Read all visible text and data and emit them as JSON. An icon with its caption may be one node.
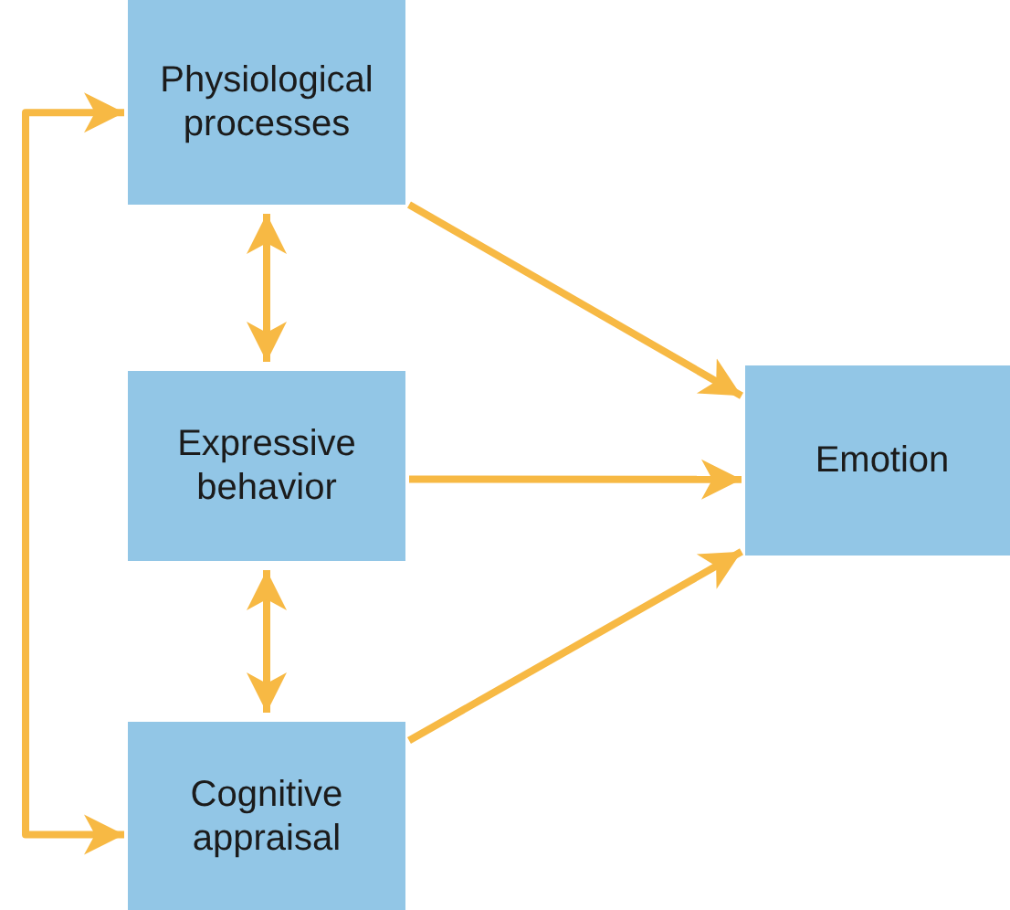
{
  "diagram": {
    "nodes": [
      {
        "text": [
          "Physiological processes"
        ]
      },
      {
        "text": [
          "Expressive behavior"
        ]
      },
      {
        "text": [
          "Cognitive appraisal"
        ]
      },
      {
        "text": [
          "Emotion"
        ]
      }
    ],
    "edges": [
      {
        "from": 0,
        "to": 1,
        "arrow": "both"
      },
      {
        "from": 1,
        "to": 2,
        "arrow": "both"
      },
      {
        "from": 0,
        "to": 3,
        "arrow": "to"
      },
      {
        "from": 1,
        "to": 3,
        "arrow": "to"
      },
      {
        "from": 2,
        "to": 3,
        "arrow": "to"
      },
      {
        "from": 0,
        "to": 2,
        "arrow": "both"
      }
    ]
  }
}
